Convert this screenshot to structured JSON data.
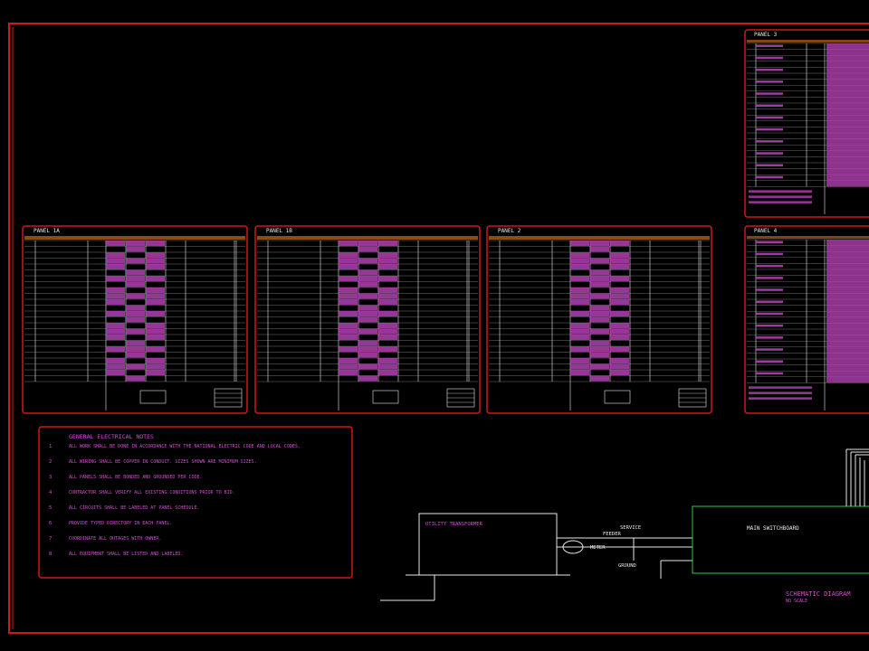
{
  "colors": {
    "background": "#000000",
    "border": "#d01818",
    "line": "#e8e8e8",
    "magenta": "#b040b0",
    "magenta_text": "#d14fd1",
    "green": "#2ecc40",
    "orange": "#ff8c1a"
  },
  "panels": {
    "p1": {
      "title": "PANEL 1A"
    },
    "p2": {
      "title": "PANEL 1B"
    },
    "p3": {
      "title": "PANEL 2"
    },
    "pr1": {
      "title": "PANEL 3"
    },
    "pr2": {
      "title": "PANEL 4"
    }
  },
  "notes": {
    "title": "GENERAL ELECTRICAL NOTES",
    "items": [
      {
        "num": "1",
        "text": "ALL WORK SHALL BE DONE IN ACCORDANCE WITH THE NATIONAL ELECTRIC CODE AND LOCAL CODES."
      },
      {
        "num": "2",
        "text": "ALL WIRING SHALL BE COPPER IN CONDUIT. SIZES SHOWN ARE MINIMUM SIZES."
      },
      {
        "num": "3",
        "text": "ALL PANELS SHALL BE BONDED AND GROUNDED PER CODE."
      },
      {
        "num": "4",
        "text": "CONTRACTOR SHALL VERIFY ALL EXISTING CONDITIONS PRIOR TO BID."
      },
      {
        "num": "5",
        "text": "ALL CIRCUITS SHALL BE LABELED AT PANEL SCHEDULE."
      },
      {
        "num": "6",
        "text": "PROVIDE TYPED DIRECTORY IN EACH PANEL."
      },
      {
        "num": "7",
        "text": "COORDINATE ALL OUTAGES WITH OWNER."
      },
      {
        "num": "8",
        "text": "ALL EQUIPMENT SHALL BE LISTED AND LABELED."
      }
    ]
  },
  "diagram": {
    "left_box_label": "UTILITY TRANSFORMER",
    "meter_label": "METER",
    "service_label": "SERVICE",
    "feeder_label": "FEEDER",
    "ground_label": "GROUND",
    "main_box_label": "MAIN SWITCHBOARD",
    "title": "SCHEMATIC DIAGRAM",
    "subtitle": "NO SCALE"
  }
}
